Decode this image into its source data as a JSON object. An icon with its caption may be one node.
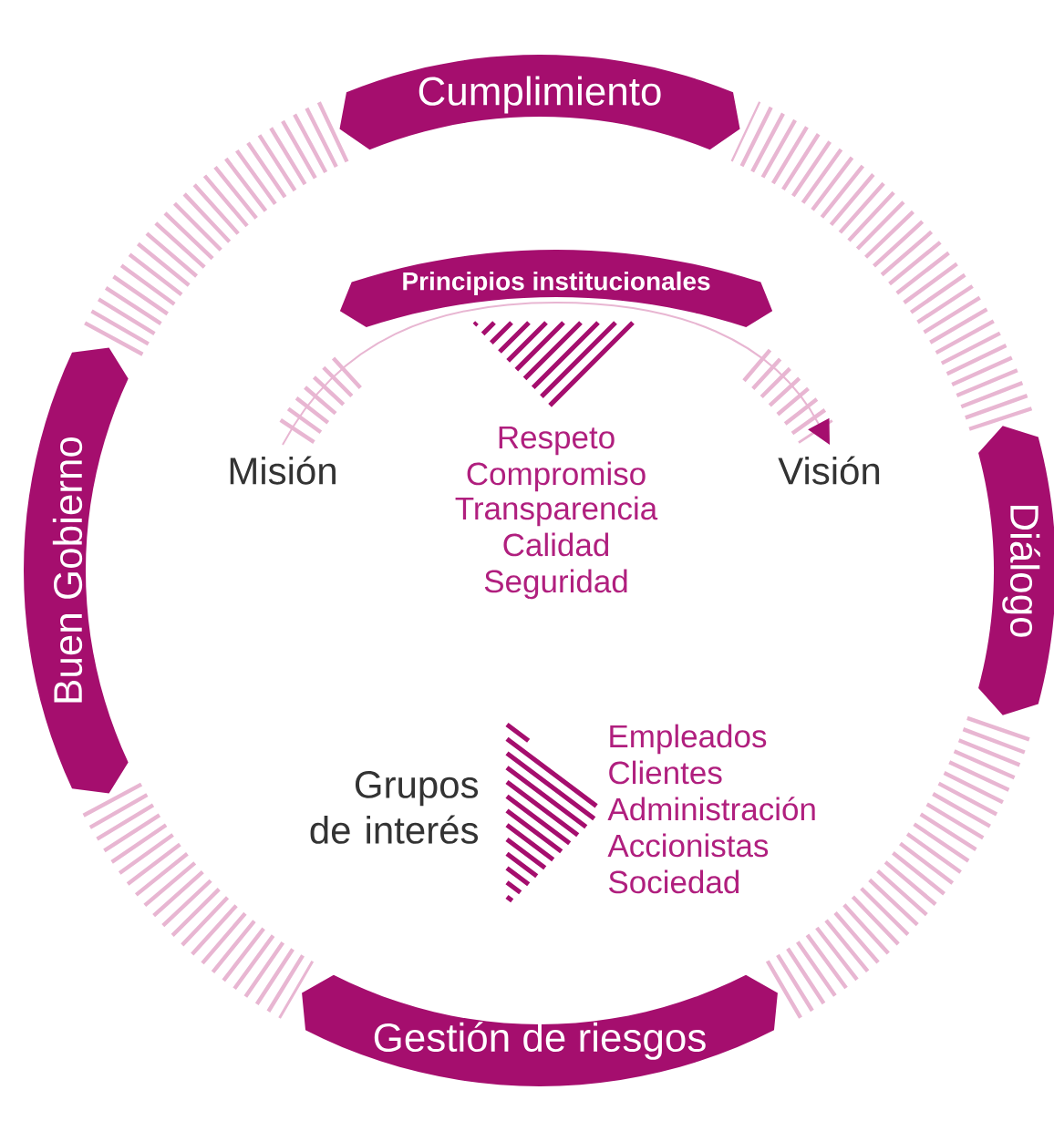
{
  "diagram": {
    "nodes": [
      {
        "text": [
          "Cumplimiento"
        ]
      },
      {
        "text": [
          "Principios institucionales"
        ]
      },
      {
        "text": [
          "Buen Gobierno"
        ]
      },
      {
        "text": [
          "Misión"
        ]
      },
      {
        "text": [
          "Visión"
        ]
      },
      {
        "text": [
          "Diálogo"
        ]
      },
      {
        "text": [
          "Gestión de riesgos"
        ]
      }
    ],
    "edges": [
      {
        "from": 3,
        "to": 4,
        "arrow": "to"
      }
    ],
    "labels": [
      "Respeto",
      "Compromiso",
      "Transparencia",
      "Calidad",
      "Seguridad",
      "Grupos de interés",
      "Empleados",
      "Clientes",
      "Administración",
      "Accionistas",
      "Sociedad"
    ]
  }
}
